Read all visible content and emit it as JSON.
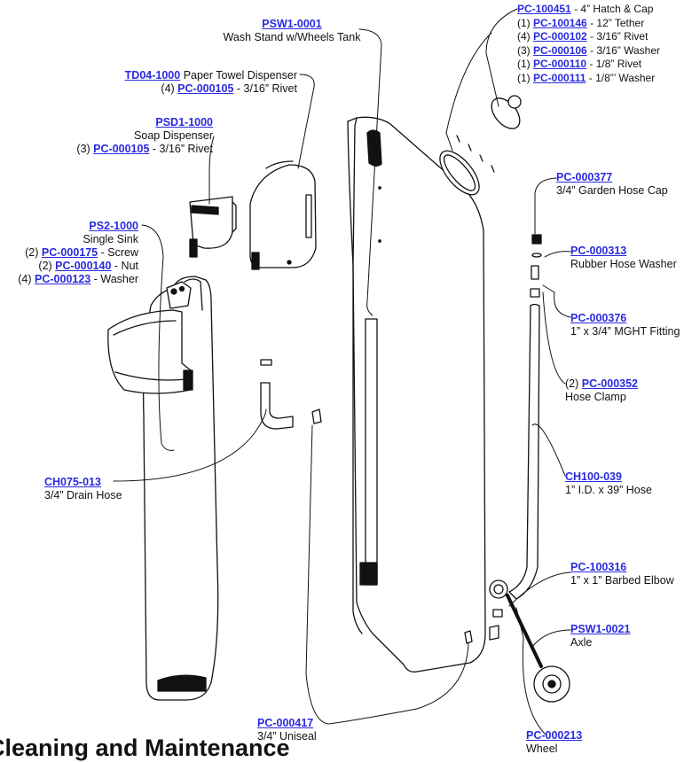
{
  "callouts": {
    "psw1_0001": {
      "part": "PSW1-0001",
      "desc": "Wash Stand w/Wheels Tank"
    },
    "td04_1000": {
      "part": "TD04-1000",
      "desc": "Paper Towel Dispenser",
      "sub_qty": "(4)",
      "sub_part": "PC-000105",
      "sub_desc": "- 3/16” Rivet"
    },
    "psd1_1000": {
      "part": "PSD1-1000",
      "desc": "Soap Dispenser",
      "sub_qty": "(3)",
      "sub_part": "PC-000105",
      "sub_desc": "- 3/16” Rivet"
    },
    "ps2_1000": {
      "part": "PS2-1000",
      "desc": "Single Sink",
      "items": [
        {
          "qty": "(2)",
          "part": "PC-000175",
          "desc": "- Screw"
        },
        {
          "qty": "(2)",
          "part": "PC-000140",
          "desc": "- Nut"
        },
        {
          "qty": "(4)",
          "part": "PC-000123",
          "desc": "- Washer"
        }
      ]
    },
    "pc_100451": {
      "part": "PC-100451",
      "desc": "- 4” Hatch & Cap",
      "items": [
        {
          "qty": "(1)",
          "part": "PC-100146",
          "desc": "- 12” Tether"
        },
        {
          "qty": "(4)",
          "part": "PC-000102",
          "desc": "- 3/16” Rivet"
        },
        {
          "qty": "(3)",
          "part": "PC-000106",
          "desc": "- 3/16” Washer"
        },
        {
          "qty": "(1)",
          "part": "PC-000110",
          "desc": "- 1/8” Rivet"
        },
        {
          "qty": "(1)",
          "part": "PC-000111",
          "desc": "- 1/8”’ Washer"
        }
      ]
    },
    "pc_000377": {
      "part": "PC-000377",
      "desc": "3/4” Garden Hose Cap"
    },
    "pc_000313": {
      "part": "PC-000313",
      "desc": "Rubber Hose Washer"
    },
    "pc_000376": {
      "part": "PC-000376",
      "desc": "1” x 3/4” MGHT Fitting"
    },
    "pc_000352": {
      "qty": "(2)",
      "part": "PC-000352",
      "desc": "Hose Clamp"
    },
    "ch100_039": {
      "part": "CH100-039",
      "desc": "1” I.D. x 39” Hose"
    },
    "pc_100316": {
      "part": "PC-100316",
      "desc": "1” x 1” Barbed Elbow"
    },
    "psw1_0021": {
      "part": "PSW1-0021",
      "desc": "Axle"
    },
    "pc_000213": {
      "part": "PC-000213",
      "desc": "Wheel"
    },
    "pc_000417": {
      "part": "PC-000417",
      "desc": "3/4” Uniseal"
    },
    "ch075_013": {
      "part": "CH075-013",
      "desc": "3/4” Drain Hose"
    }
  },
  "section_heading": "Cleaning and Maintenance",
  "colors": {
    "link": "#2a2ae0",
    "line": "#111111"
  }
}
